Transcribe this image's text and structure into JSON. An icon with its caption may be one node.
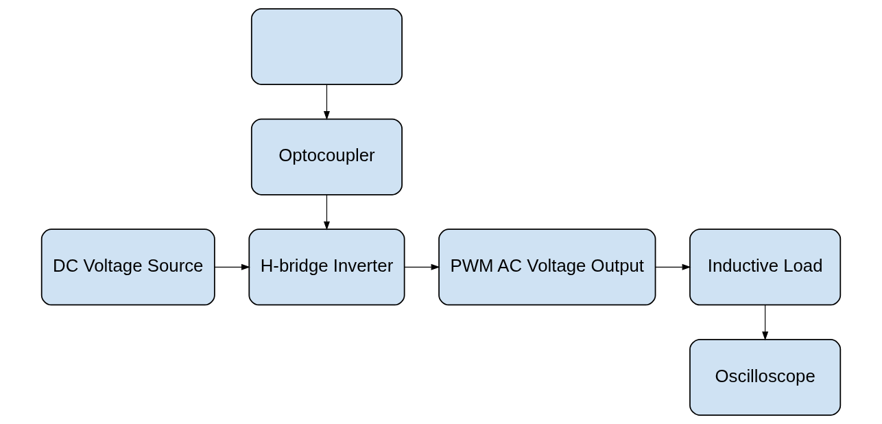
{
  "diagram": {
    "nodes": [
      {
        "text": [],
        "shape": "box"
      },
      {
        "text": [
          "Optocoupler"
        ]
      },
      {
        "text": [
          "DC Voltage Source"
        ]
      },
      {
        "text": [
          "H-bridge Inverter"
        ]
      },
      {
        "text": [
          "PWM AC Voltage Output"
        ]
      },
      {
        "text": [
          "Inductive Load"
        ]
      },
      {
        "text": [
          "Oscilloscope"
        ]
      }
    ],
    "edges": [
      {
        "from": 0,
        "to": 1,
        "arrow": "to"
      },
      {
        "from": 1,
        "to": 3,
        "arrow": "to"
      },
      {
        "from": 2,
        "to": 3,
        "arrow": "to"
      },
      {
        "from": 3,
        "to": 4,
        "arrow": "to"
      },
      {
        "from": 4,
        "to": 5,
        "arrow": "to"
      },
      {
        "from": 5,
        "to": 6,
        "arrow": "to"
      }
    ]
  }
}
